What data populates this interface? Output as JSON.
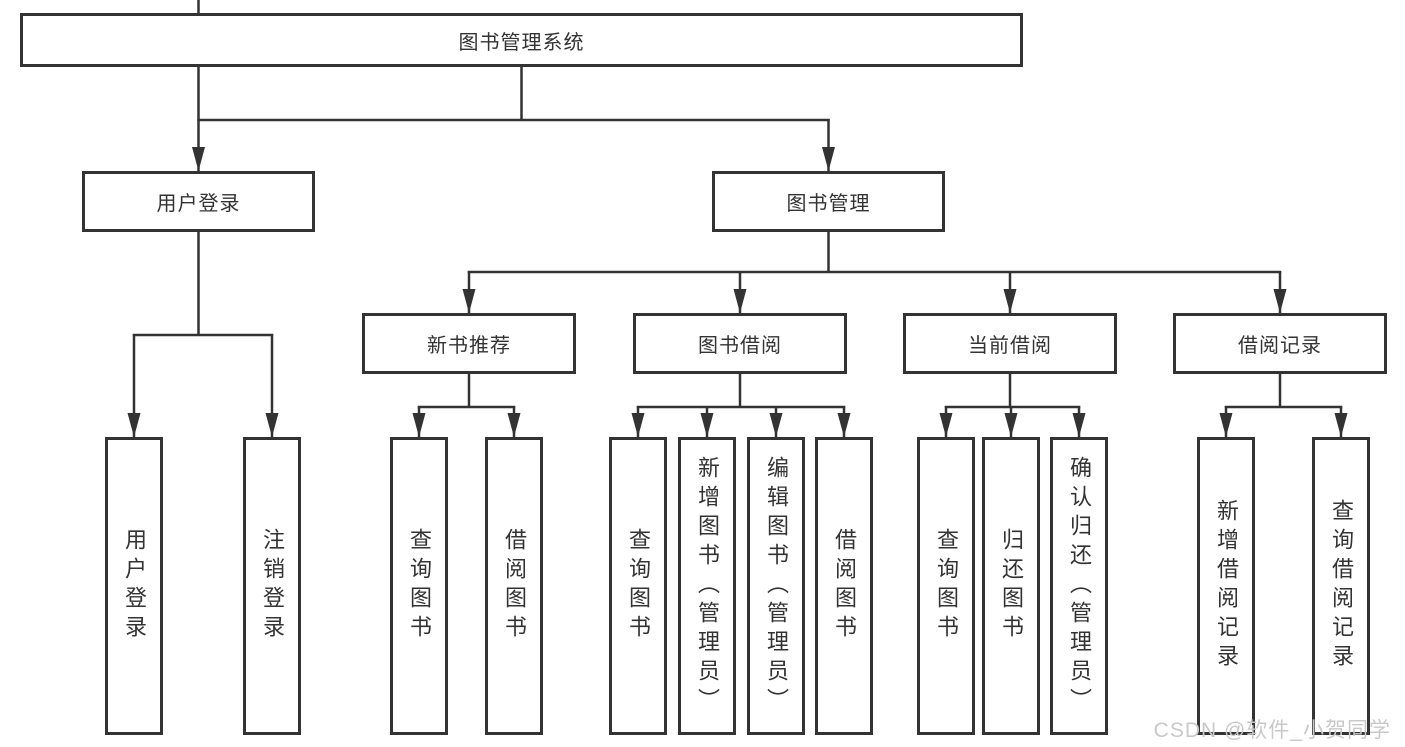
{
  "diagram": {
    "title": "图书管理系统",
    "branches": [
      {
        "label": "用户登录",
        "leaves": [
          "用户登录",
          "注销登录"
        ]
      },
      {
        "label": "图书管理",
        "sections": [
          {
            "label": "新书推荐",
            "leaves": [
              "查询图书",
              "借阅图书"
            ]
          },
          {
            "label": "图书借阅",
            "leaves": [
              "查询图书",
              "新增图书（管理员）",
              "编辑图书（管理员）",
              "借阅图书"
            ]
          },
          {
            "label": "当前借阅",
            "leaves": [
              "查询图书",
              "归还图书",
              "确认归还（管理员）"
            ]
          },
          {
            "label": "借阅记录",
            "leaves": [
              "新增借阅记录",
              "查询借阅记录"
            ]
          }
        ]
      }
    ]
  },
  "colors": {
    "line": "#333333",
    "text": "#333333",
    "box_background": "#ffffff",
    "watermark": "#c9c9c9"
  },
  "watermark": "CSDN @软件_小贺同学"
}
